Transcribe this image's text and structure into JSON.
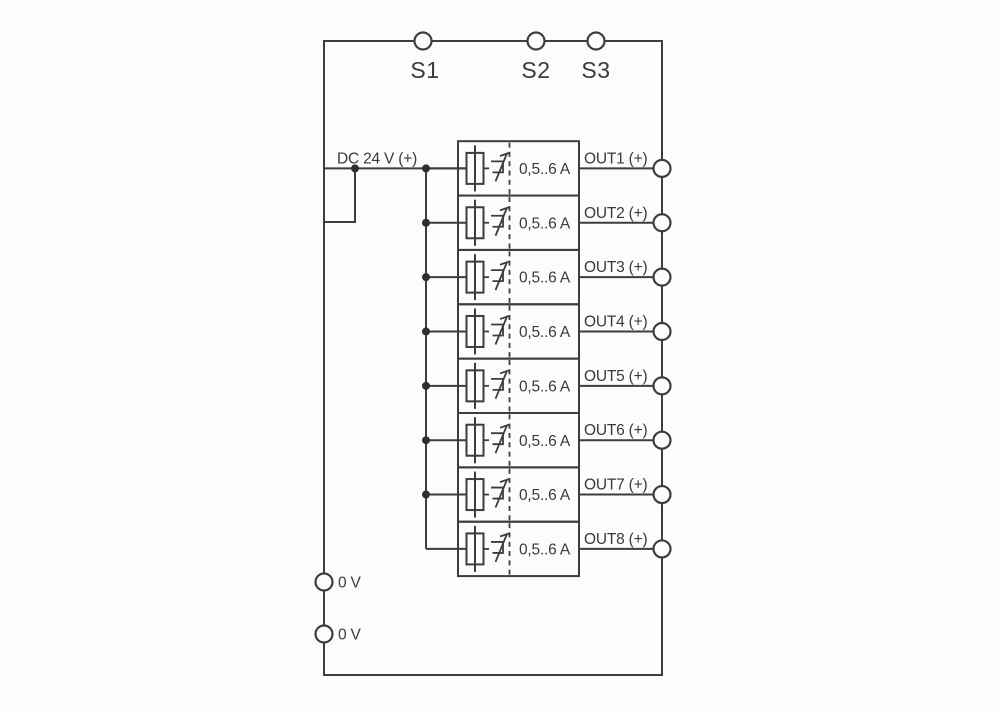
{
  "colors": {
    "line": "#3d3d3d",
    "background": "#fcfcfc",
    "text": "#3a3a3a",
    "terminal_fill": "#fcfcfc"
  },
  "module": {
    "top_terminals": [
      {
        "label": "S1"
      },
      {
        "label": "S2"
      },
      {
        "label": "S3"
      }
    ],
    "supply": {
      "label": "DC 24 V (+)"
    },
    "ground_terminals": [
      {
        "label": "0 V"
      },
      {
        "label": "0 V"
      }
    ],
    "channels": [
      {
        "label": "OUT1 (+)",
        "rating": "0,5..6 A"
      },
      {
        "label": "OUT2 (+)",
        "rating": "0,5..6 A"
      },
      {
        "label": "OUT3 (+)",
        "rating": "0,5..6 A"
      },
      {
        "label": "OUT4 (+)",
        "rating": "0,5..6 A"
      },
      {
        "label": "OUT5 (+)",
        "rating": "0,5..6 A"
      },
      {
        "label": "OUT6 (+)",
        "rating": "0,5..6 A"
      },
      {
        "label": "OUT7 (+)",
        "rating": "0,5..6 A"
      },
      {
        "label": "OUT8 (+)",
        "rating": "0,5..6 A"
      }
    ]
  }
}
